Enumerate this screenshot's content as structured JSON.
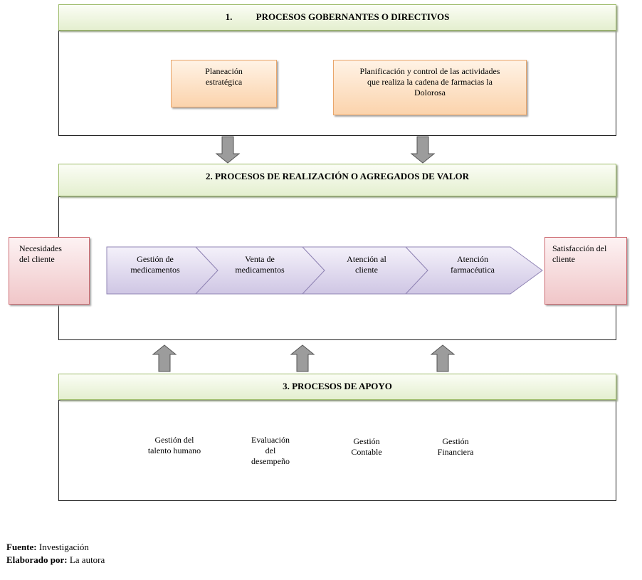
{
  "section1": {
    "title_num": "1.",
    "title": "PROCESOS GOBERNANTES O DIRECTIVOS",
    "box1": [
      "Planeación",
      "estratégica"
    ],
    "box2": [
      "Planificación y control de las actividades",
      "que realiza la cadena de farmacias la",
      "Dolorosa"
    ]
  },
  "section2": {
    "title": "2. PROCESOS DE REALIZACIÓN O AGREGADOS DE VALOR",
    "left_box": [
      "Necesidades",
      "del cliente"
    ],
    "right_box": [
      "Satisfacción del",
      "cliente"
    ],
    "steps": [
      [
        "Gestión de",
        "medicamentos"
      ],
      [
        "Venta de",
        "medicamentos"
      ],
      [
        "Atención al",
        "cliente"
      ],
      [
        "Atención",
        "farmacéutica"
      ]
    ]
  },
  "section3": {
    "title": "3. PROCESOS DE APOYO",
    "steps": [
      [
        "Gestión del",
        "talento humano"
      ],
      [
        "Evaluación",
        "del",
        "desempeño"
      ],
      [
        "Gestión",
        "Contable"
      ],
      [
        "Gestión",
        "Financiera"
      ]
    ]
  },
  "footer": {
    "source_label": "Fuente:",
    "source_value": "Investigación",
    "author_label": "Elaborado por:",
    "author_value": "La autora"
  },
  "colors": {
    "band_border": "#9dbb6a",
    "orange_border": "#e9a66b",
    "pink_border": "#cd6a71",
    "purple_fill": "#d9d3ea",
    "blue_fill": "#c8e6ee",
    "arrow_fill": "#9c9c9c"
  }
}
